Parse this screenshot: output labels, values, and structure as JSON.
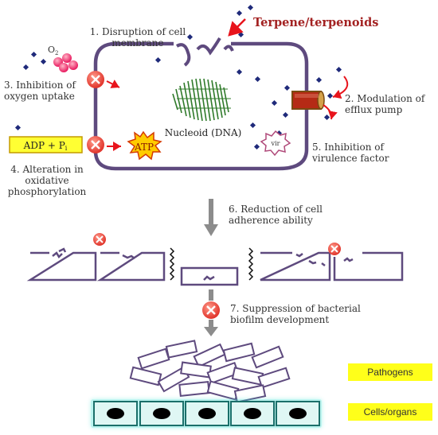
{
  "title": "Terpene/terpenoids",
  "oxygen_label": "O",
  "oxygen_subscript": "2",
  "adp_label": "ADP + P",
  "adp_subscript": "i",
  "atp_label": "ATP",
  "vir_label": "vir",
  "nucleoid_label": "Nucleoid (DNA)",
  "mechanisms": [
    "1. Disruption of cell\nmembrane",
    "2. Modulation of\nefflux pump",
    "3. Inhibition of\noxygen uptake",
    "4. Alteration in\noxidative\nphosphorylation",
    "5. Inhibition of\nvirulence factor",
    "6. Reduction of cell\nadherence ability",
    "7. Suppression of bacterial\nbiofilm development"
  ],
  "legend": {
    "pathogens": "Pathogens",
    "cells": "Cells/organs"
  },
  "colors": {
    "membrane": "#5e4a7e",
    "arrow_red": "#e8141c",
    "inhibit_red": "#e8473a",
    "dna_green": "#2f7a2a",
    "terpene_dot": "#1f2a7a",
    "adp_fill": "#ffff33",
    "atp_fill": "#ffcc00",
    "efflux_fill": "#b52a15",
    "cell_fill": "#1b6f6a",
    "cell_glow": "#6ff0e6",
    "legend_fill": "#ffff1a",
    "gray_arrow": "#8c8c8c"
  }
}
